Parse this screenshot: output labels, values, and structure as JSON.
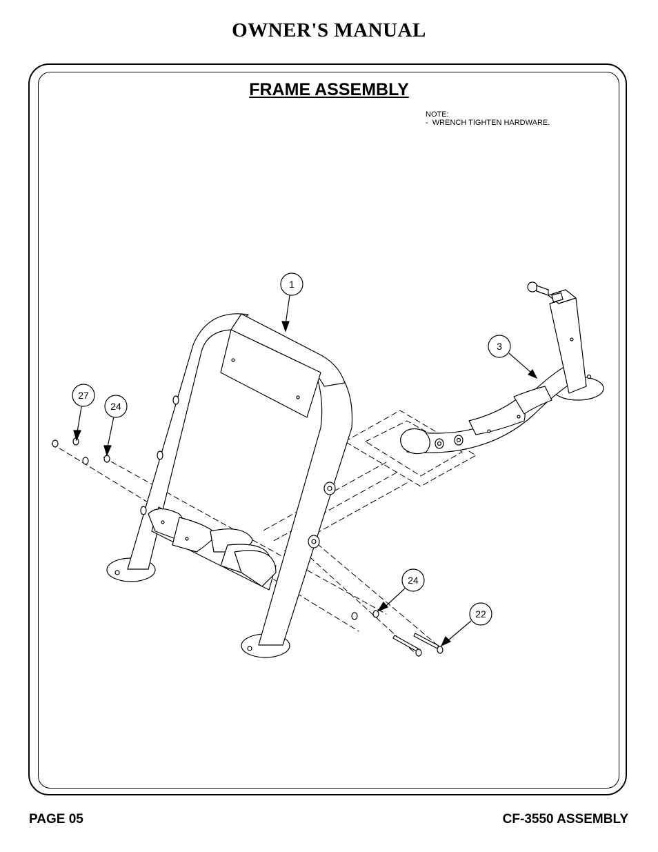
{
  "header": {
    "title": "OWNER'S MANUAL"
  },
  "section": {
    "title": "FRAME ASSEMBLY"
  },
  "note": {
    "heading": "NOTE:",
    "line1": "-  WRENCH TIGHTEN HARDWARE."
  },
  "callouts": [
    {
      "label": "1"
    },
    {
      "label": "3"
    },
    {
      "label": "27"
    },
    {
      "label": "24"
    },
    {
      "label": "24"
    },
    {
      "label": "22"
    }
  ],
  "footer": {
    "page": "PAGE 05",
    "model": "CF-3550 ASSEMBLY"
  }
}
